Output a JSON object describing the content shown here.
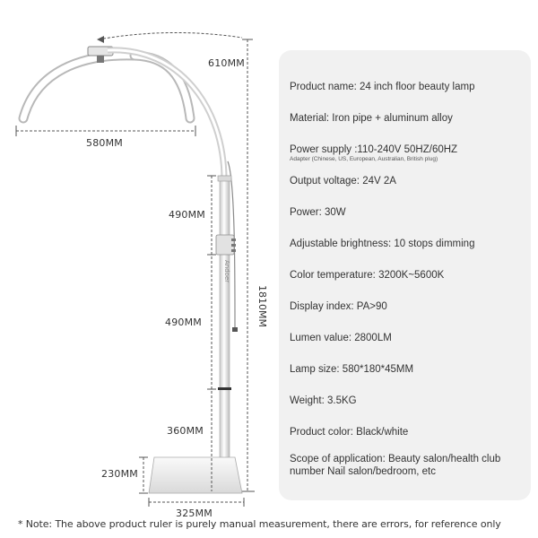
{
  "dimensions": {
    "arc_width": "610MM",
    "lamp_width": "580MM",
    "segment_top": "490MM",
    "segment_middle": "490MM",
    "segment_bottom": "360MM",
    "base_height": "230MM",
    "total_height": "1810MM",
    "base_width": "325MM"
  },
  "brand_mark": "Andoer",
  "specs": [
    {
      "label": "Product name: 24 inch floor beauty lamp"
    },
    {
      "label": "Material: Iron pipe + aluminum alloy"
    },
    {
      "label": "Power supply :110-240V 50HZ/60HZ",
      "sub": "Adapter (Chinese, US, European, Australian, British plug)"
    },
    {
      "label": "Output voltage: 24V 2A"
    },
    {
      "label": "Power: 30W"
    },
    {
      "label": "Adjustable brightness: 10 stops dimming"
    },
    {
      "label": "Color temperature: 3200K~5600K"
    },
    {
      "label": "Display index: PA>90"
    },
    {
      "label": "Lumen value: 2800LM"
    },
    {
      "label": "Lamp size: 580*180*45MM"
    },
    {
      "label": "Weight: 3.5KG"
    },
    {
      "label": "Product color: Black/white"
    },
    {
      "label": "Scope of application: Beauty salon/health club number Nail salon/bedroom, etc"
    }
  ],
  "footnote": "* Note: The above product ruler is purely manual measurement, there are errors, for reference only"
}
